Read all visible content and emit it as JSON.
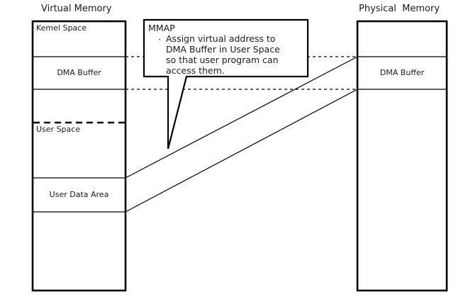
{
  "diagram": {
    "title_virtual": "Virtual Memory",
    "title_physical": "Physical  Memory",
    "virtual_memory": {
      "bands": [
        {
          "label": "Kemel Space",
          "align": "left"
        },
        {
          "label": "DMA Buffer",
          "align": "center"
        },
        {
          "label": "",
          "align": "left"
        },
        {
          "label": "User Space",
          "align": "left"
        },
        {
          "label": "User Data Area",
          "align": "center"
        },
        {
          "label": "",
          "align": "left"
        }
      ]
    },
    "physical_memory": {
      "bands": [
        {
          "label": "",
          "align": "left"
        },
        {
          "label": "DMA Buffer",
          "align": "center"
        },
        {
          "label": "",
          "align": "left"
        }
      ]
    },
    "callout": {
      "heading": "MMAP",
      "bullet_marker": "·",
      "bullet_lines": [
        "Assign virtual address to",
        "DMA Buffer in User Space",
        "so that user program can",
        "access them."
      ]
    },
    "colors": {
      "stroke": "#000000",
      "text": "#1a1a1a",
      "background": "#ffffff"
    }
  }
}
